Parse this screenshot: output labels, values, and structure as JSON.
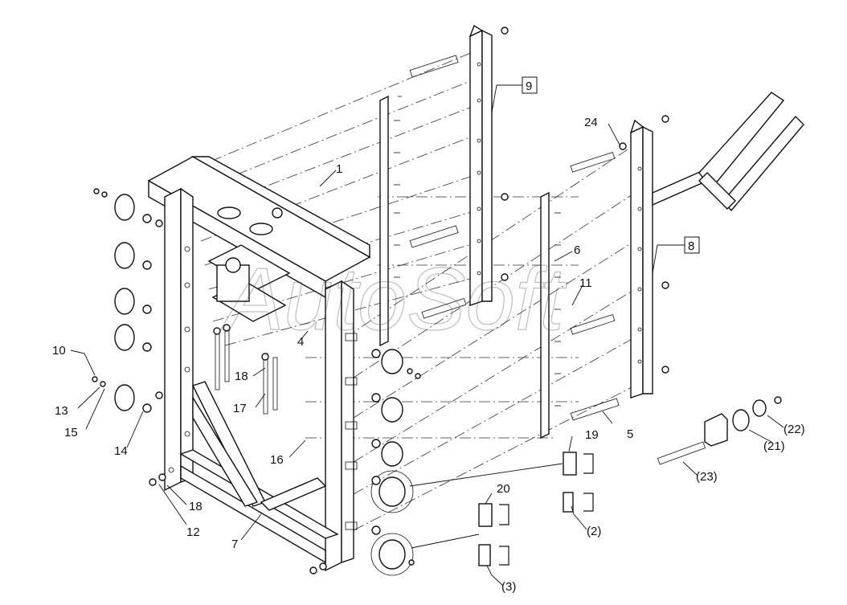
{
  "watermark": "AutoSoft",
  "callouts": {
    "c1": "1",
    "c4": "4",
    "c5": "5",
    "c6": "6",
    "c7": "7",
    "c8": "8",
    "c9": "9",
    "c10": "10",
    "c11": "11",
    "c12": "12",
    "c13": "13",
    "c14": "14",
    "c15": "15",
    "c16": "16",
    "c17": "17",
    "c18a": "18",
    "c18b": "18",
    "c19": "19",
    "c20": "20",
    "c24": "24",
    "p2": "(2)",
    "p3": "(3)",
    "p21": "(21)",
    "p22": "(22)",
    "p23": "(23)"
  }
}
